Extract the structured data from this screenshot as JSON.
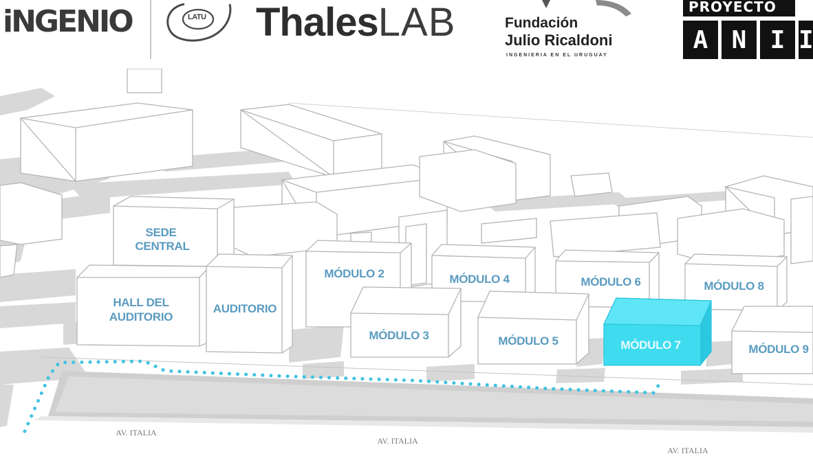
{
  "logos": {
    "ingenio": "iNGENIO",
    "latu": "LATU",
    "thales_bold": "Thales",
    "thales_light": "LAB",
    "fundacion_line1": "Fundación",
    "fundacion_line2": "Julio Ricaldoni",
    "fundacion_sub": "INGENIERIA EN EL URUGUAY",
    "proyecto": "PROYECTO",
    "anii_letters": [
      "A",
      "N",
      "I",
      "I"
    ]
  },
  "buildings": {
    "sede_central_line1": "SEDE",
    "sede_central_line2": "CENTRAL",
    "hall_line1": "HALL DEL",
    "hall_line2": "AUDITORIO",
    "auditorio": "AUDITORIO",
    "modulo_2": "MÓDULO 2",
    "modulo_3": "MÓDULO 3",
    "modulo_4": "MÓDULO 4",
    "modulo_5": "MÓDULO 5",
    "modulo_6": "MÓDULO 6",
    "modulo_7": "MÓDULO 7",
    "modulo_8": "MÓDULO 8",
    "modulo_9": "MÓDULO 9"
  },
  "highlighted_building": "MÓDULO 7",
  "streets": {
    "street_1": "AV. ITALIA",
    "street_2": "AV. ITALIA",
    "street_3": "AV. ITALIA"
  },
  "colors": {
    "highlight": "#3fdcf0",
    "route": "#3fc3e0",
    "label": "#5a9bc0",
    "road_gray": "#d6d6d6",
    "building_outline": "#b4b4b4"
  }
}
